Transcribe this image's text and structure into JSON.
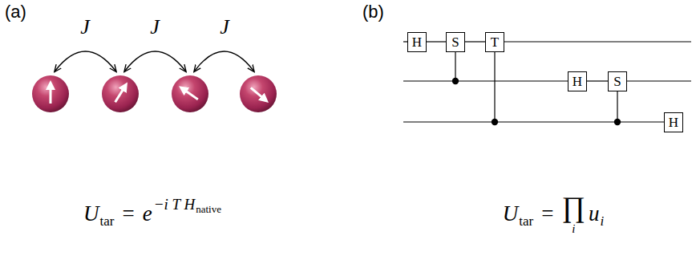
{
  "diagram": {
    "nodes": [
      {
        "text": [
          "H"
        ]
      },
      {
        "text": [
          "S"
        ]
      },
      {
        "text": [
          "T"
        ]
      },
      {
        "text": [
          "H"
        ]
      },
      {
        "text": [
          "S"
        ]
      },
      {
        "text": [
          "H"
        ]
      }
    ],
    "edges": [
      {
        "from": 0,
        "to": 1,
        "arrow": "none"
      },
      {
        "from": 1,
        "to": 2,
        "arrow": "none"
      },
      {
        "from": 3,
        "to": 4,
        "arrow": "none"
      }
    ],
    "labels": [
      "(a)",
      "(b)",
      "J",
      "J",
      "J",
      "U",
      "tar",
      "=",
      "e",
      "−i T H",
      "native",
      "U",
      "tar",
      "=",
      "∏",
      "i",
      "u",
      "i"
    ]
  }
}
